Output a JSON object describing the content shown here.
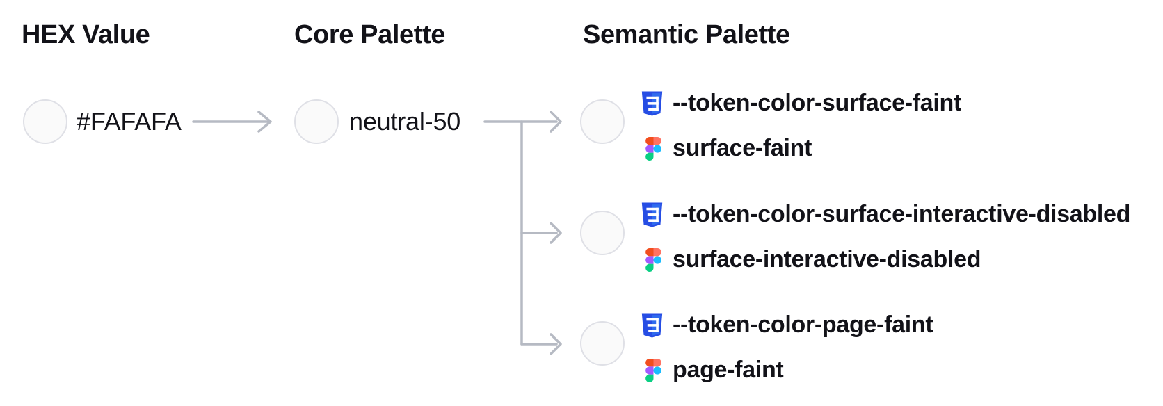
{
  "diagram": {
    "hex": {
      "title": "HEX Value",
      "value": "#FAFAFA",
      "swatch_color": "#FAFAFA"
    },
    "core": {
      "title": "Core Palette",
      "value": "neutral-50",
      "swatch_color": "#FAFAFA"
    },
    "semantic": {
      "title": "Semantic Palette",
      "tokens": [
        {
          "css_var": "--token-color-surface-faint",
          "figma_style": "surface-faint",
          "swatch_color": "#FAFAFA"
        },
        {
          "css_var": "--token-color-surface-interactive-disabled",
          "figma_style": "surface-interactive-disabled",
          "swatch_color": "#FAFAFA"
        },
        {
          "css_var": "--token-color-page-faint",
          "figma_style": "page-faint",
          "swatch_color": "#FAFAFA"
        }
      ]
    }
  },
  "icons": {
    "css_icon": "css3-shield",
    "figma_icon": "figma-logo"
  },
  "style": {
    "background": "#FFFFFF",
    "text_color": "#121218",
    "connector_color": "#B6BAC3",
    "swatch_border": "#DFE0E6",
    "swatch_fill": "#FAFAFA",
    "css_icon_blue_dark": "#264DE4",
    "css_icon_blue_light": "#2F6BEE",
    "figma_red": "#F24E1E",
    "figma_salmon": "#FF7262",
    "figma_purple": "#A259FF",
    "figma_blue": "#1ABCFE",
    "figma_green": "#0ACF83"
  }
}
